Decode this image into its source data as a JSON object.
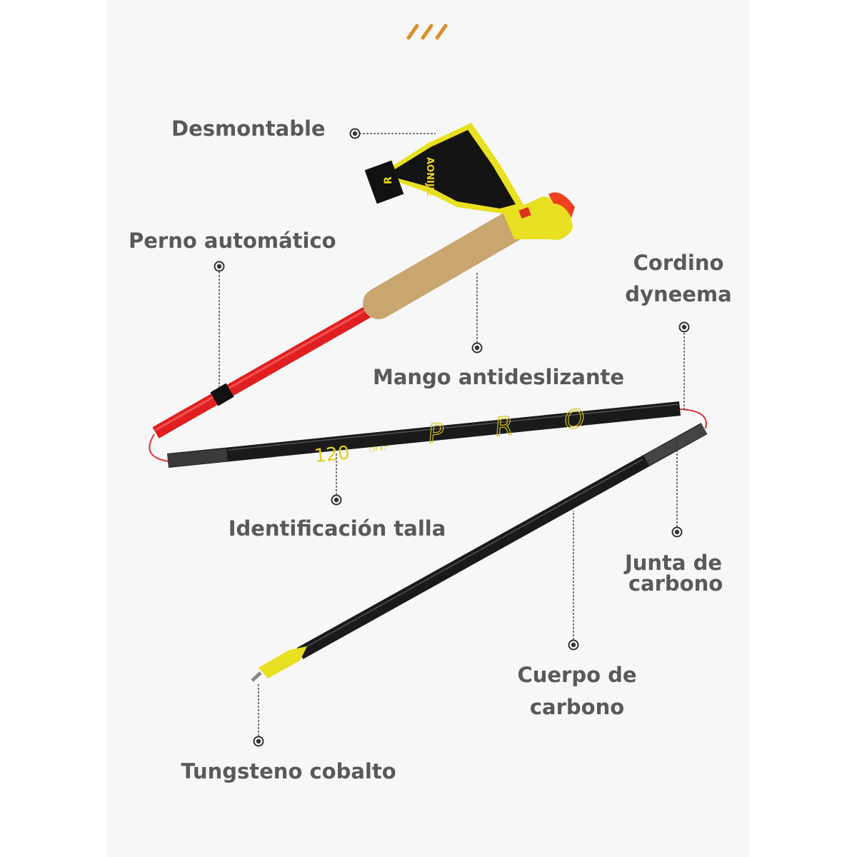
{
  "labels": {
    "removable": "Desmontable",
    "auto_pin": "Perno automático",
    "dyneema_cord_1": "Cordino",
    "dyneema_cord_2": "dyneema",
    "grip": "Mango antideslizante",
    "size_id": "Identificación talla",
    "carbon_joint_1": "Junta de",
    "carbon_joint_2": "carbono",
    "carbon_body_1": "Cuerpo de",
    "carbon_body_2": "carbono",
    "tip": "Tungsteno cobalto"
  },
  "product_marks": {
    "brand": "AONIJIE",
    "strap_side": "R",
    "size": "120",
    "size_units": "CM 47\"",
    "model": "PRO"
  },
  "colors": {
    "accent": "#d9902a",
    "label": "#595959",
    "pole_red": "#e02020",
    "yellow": "#e8e020",
    "cork": "#c9a56f"
  }
}
